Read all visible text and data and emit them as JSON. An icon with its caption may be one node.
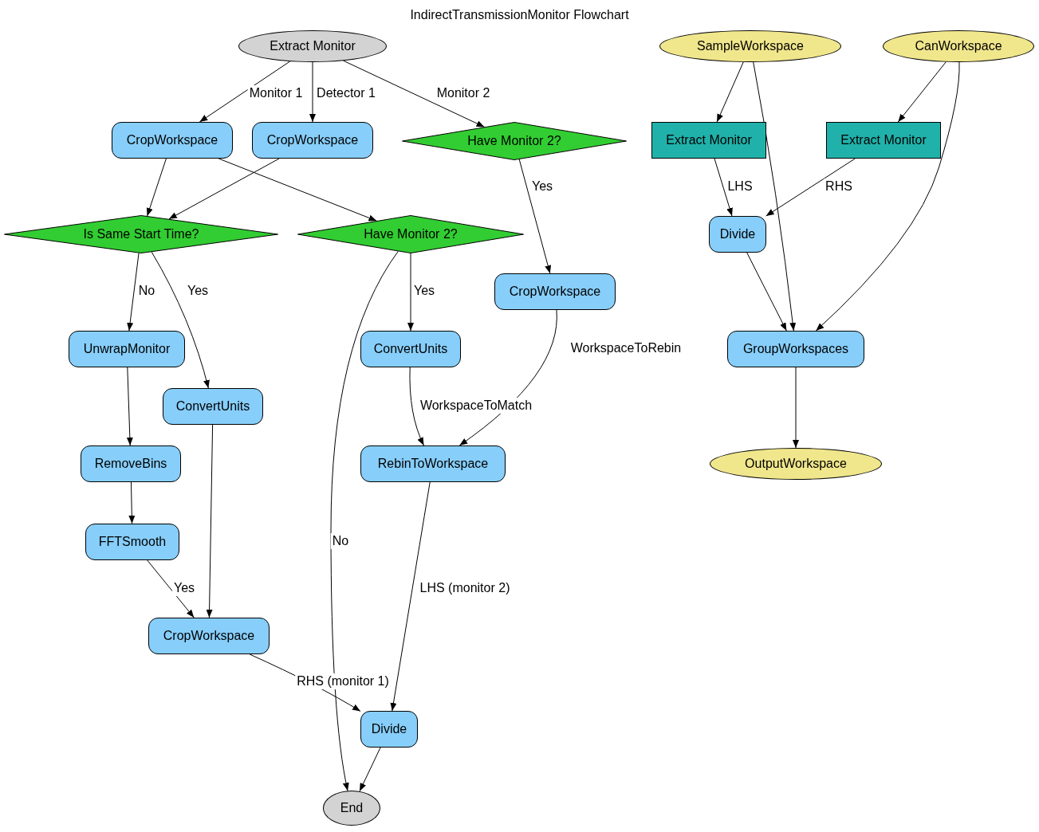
{
  "diagram": {
    "title": "IndirectTransmissionMonitor Flowchart",
    "nodes": [
      {
        "text": [
          "Extract Monitor"
        ]
      },
      {
        "text": [
          "CropWorkspace"
        ]
      },
      {
        "text": [
          "CropWorkspace"
        ]
      },
      {
        "text": [
          "Have Monitor 2?"
        ]
      },
      {
        "text": [
          "Is Same Start Time?"
        ]
      },
      {
        "text": [
          "Have Monitor 2?"
        ]
      },
      {
        "text": [
          "CropWorkspace"
        ]
      },
      {
        "text": [
          "UnwrapMonitor"
        ]
      },
      {
        "text": [
          "ConvertUnits"
        ]
      },
      {
        "text": [
          "ConvertUnits"
        ]
      },
      {
        "text": [
          "RemoveBins"
        ]
      },
      {
        "text": [
          "RebinToWorkspace"
        ]
      },
      {
        "text": [
          "FFTSmooth"
        ]
      },
      {
        "text": [
          "CropWorkspace"
        ]
      },
      {
        "text": [
          "Divide"
        ]
      },
      {
        "text": [
          "End"
        ]
      },
      {
        "text": [
          "SampleWorkspace"
        ]
      },
      {
        "text": [
          "CanWorkspace"
        ]
      },
      {
        "text": [
          "Extract Monitor"
        ]
      },
      {
        "text": [
          "Extract Monitor"
        ]
      },
      {
        "text": [
          "Divide"
        ]
      },
      {
        "text": [
          "GroupWorkspaces"
        ]
      },
      {
        "text": [
          "OutputWorkspace"
        ]
      }
    ],
    "edges": [
      {
        "from": 0,
        "to": 1,
        "arrow": "to",
        "label": "Monitor 1"
      },
      {
        "from": 0,
        "to": 2,
        "arrow": "to",
        "label": "Detector 1"
      },
      {
        "from": 0,
        "to": 3,
        "arrow": "to",
        "label": "Monitor 2"
      },
      {
        "from": 1,
        "to": 4,
        "arrow": "to"
      },
      {
        "from": 2,
        "to": 4,
        "arrow": "to"
      },
      {
        "from": 1,
        "to": 5,
        "arrow": "to"
      },
      {
        "from": 3,
        "to": 6,
        "arrow": "to",
        "label": "Yes"
      },
      {
        "from": 4,
        "to": 7,
        "arrow": "to",
        "label": "No"
      },
      {
        "from": 4,
        "to": 9,
        "arrow": "to",
        "label": "Yes"
      },
      {
        "from": 5,
        "to": 8,
        "arrow": "to",
        "label": "Yes"
      },
      {
        "from": 5,
        "to": 15,
        "arrow": "to",
        "label": "No"
      },
      {
        "from": 7,
        "to": 10,
        "arrow": "to"
      },
      {
        "from": 8,
        "to": 11,
        "arrow": "to",
        "label": "WorkspaceToMatch"
      },
      {
        "from": 6,
        "to": 11,
        "arrow": "to",
        "label": "WorkspaceToRebin"
      },
      {
        "from": 9,
        "to": 13,
        "arrow": "to"
      },
      {
        "from": 10,
        "to": 12,
        "arrow": "to"
      },
      {
        "from": 12,
        "to": 13,
        "arrow": "to",
        "label": "Yes"
      },
      {
        "from": 11,
        "to": 14,
        "arrow": "to",
        "label": "LHS (monitor 2)"
      },
      {
        "from": 13,
        "to": 14,
        "arrow": "to",
        "label": "RHS (monitor 1)"
      },
      {
        "from": 14,
        "to": 15,
        "arrow": "to"
      },
      {
        "from": 16,
        "to": 18,
        "arrow": "to"
      },
      {
        "from": 16,
        "to": 21,
        "arrow": "to"
      },
      {
        "from": 17,
        "to": 19,
        "arrow": "to"
      },
      {
        "from": 17,
        "to": 21,
        "arrow": "to"
      },
      {
        "from": 18,
        "to": 20,
        "arrow": "to",
        "label": "LHS"
      },
      {
        "from": 19,
        "to": 20,
        "arrow": "to",
        "label": "RHS"
      },
      {
        "from": 20,
        "to": 21,
        "arrow": "to"
      },
      {
        "from": 21,
        "to": 22,
        "arrow": "to"
      }
    ]
  }
}
